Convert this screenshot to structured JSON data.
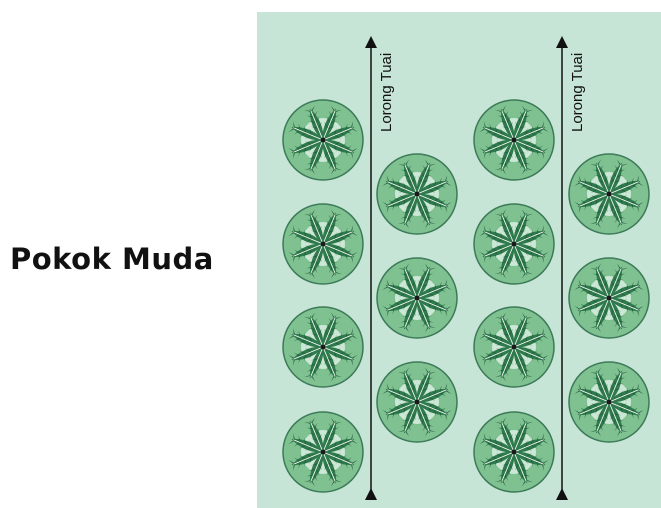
{
  "title": "Pokok Muda",
  "lorong": {
    "label": "Lorong Tuai"
  },
  "colors": {
    "field_background": "#c6e5d6",
    "palm_outer_fill": "#7fc190",
    "palm_outer_stroke": "#3d7a58",
    "palm_inner_ring": "#d9ede2",
    "frond": "#2f7a4c",
    "frond_dark": "#1f5a36",
    "arrow": "#111111"
  },
  "icons": {
    "palm": "young-palm-icon",
    "arrow": "double-headed-arrow"
  }
}
